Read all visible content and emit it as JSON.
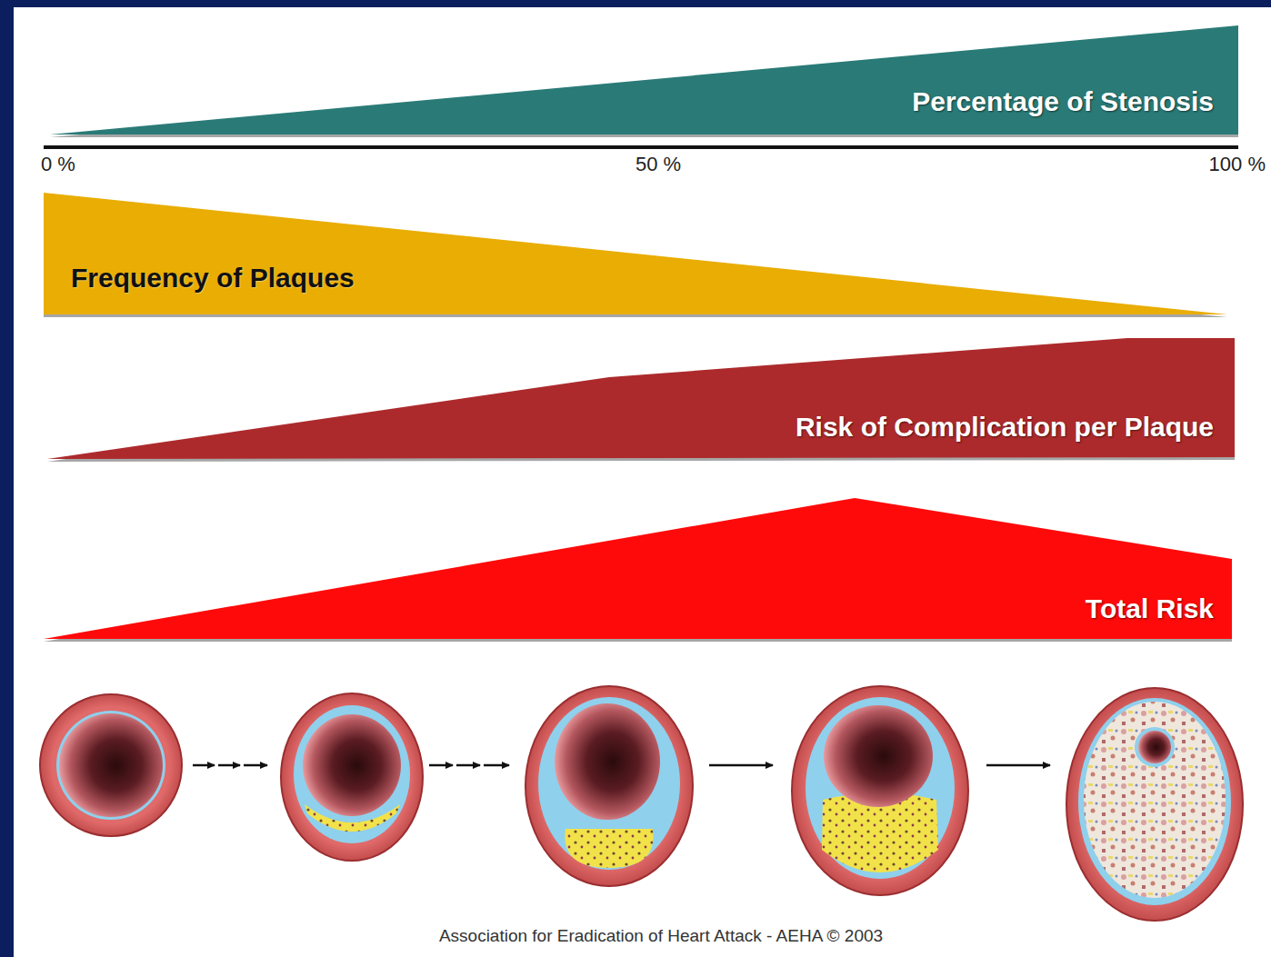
{
  "diagram": {
    "caption": "Association for Eradication of Heart Attack - AEHA © 2003",
    "nodes": [
      {
        "text": [
          "Percentage of Stenosis"
        ]
      },
      {
        "text": [
          "Frequency of Plaques"
        ]
      },
      {
        "text": [
          "Risk of Complication per Plaque"
        ]
      },
      {
        "text": [
          "Total Risk"
        ]
      }
    ],
    "labels": [
      "0 %",
      "50 %",
      "100 %"
    ]
  }
}
